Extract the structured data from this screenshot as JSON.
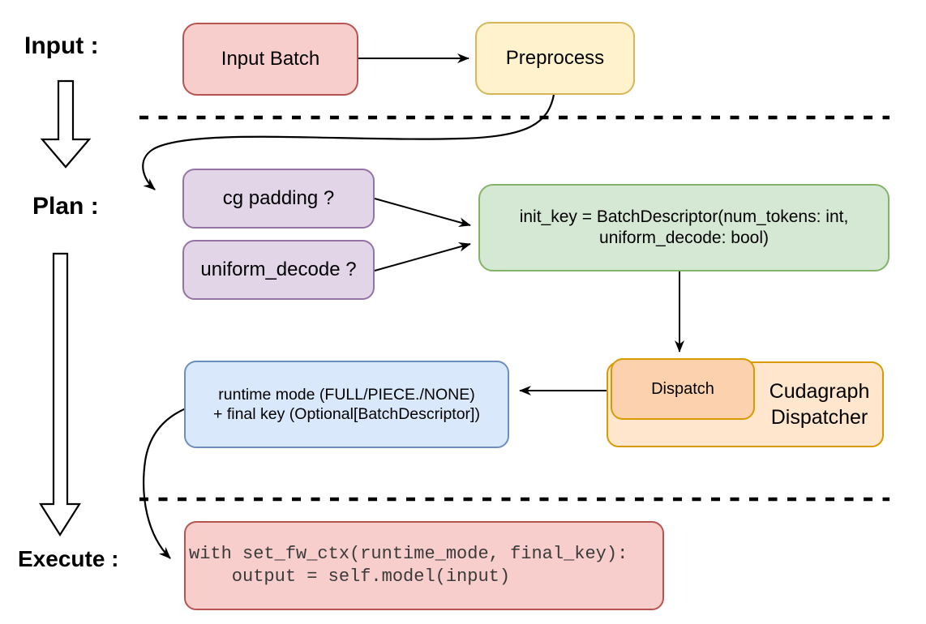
{
  "stages": {
    "input_label": "Input :",
    "plan_label": "Plan :",
    "execute_label": "Execute :"
  },
  "nodes": {
    "input_batch": {
      "label": "Input Batch"
    },
    "preprocess": {
      "label": "Preprocess"
    },
    "cg_padding": {
      "label": "cg padding ?"
    },
    "uniform_decode": {
      "label": "uniform_decode ?"
    },
    "init_key": {
      "line1": "init_key = BatchDescriptor(num_tokens: int,",
      "line2": "uniform_decode: bool)"
    },
    "runtime_mode": {
      "line1": "runtime mode (FULL/PIECE./NONE)",
      "line2": "+ final key (Optional[BatchDescriptor])"
    },
    "dispatch": {
      "label": "Dispatch"
    },
    "cudagraph_dispatcher": {
      "line1": "Cudagraph",
      "line2": "Dispatcher"
    },
    "execute_code": {
      "line1": "with set_fw_ctx(runtime_mode, final_key):",
      "line2": "    output = self.model(input)"
    }
  },
  "colors": {
    "red_fill": "#f8cecc",
    "red_stroke": "#b85450",
    "yellow_fill": "#fff2cc",
    "yellow_stroke": "#d6b656",
    "purple_fill": "#e1d5e7",
    "purple_stroke": "#9673a6",
    "green_fill": "#d5e8d4",
    "green_stroke": "#82b366",
    "blue_fill": "#dae8fc",
    "blue_stroke": "#6c8ebf",
    "orange_fill": "#ffe6cc",
    "orange_inner_fill": "#fcd2ae",
    "orange_stroke": "#d79b00",
    "line": "#000000"
  }
}
